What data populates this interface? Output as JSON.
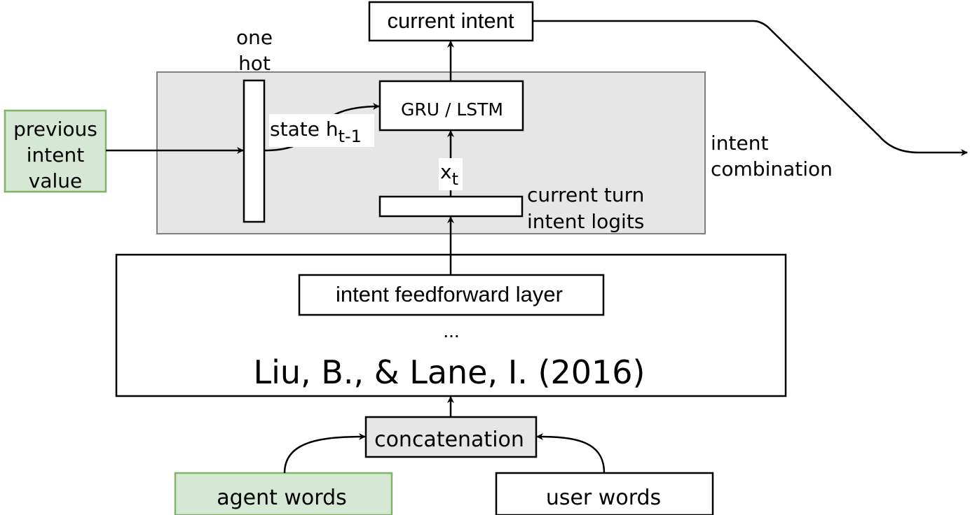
{
  "nodes": {
    "current_intent": "current intent",
    "one_hot_line1": "one",
    "one_hot_line2": "hot",
    "gru_lstm": "GRU / LSTM",
    "previous_intent_line1": "previous",
    "previous_intent_line2": "intent",
    "previous_intent_line3": "value",
    "state_label": "state h",
    "state_subscript": "t-1",
    "x_label": "x",
    "x_subscript": "t",
    "current_turn_line1": "current turn",
    "current_turn_line2": "intent logits",
    "intent_combination_line1": "intent",
    "intent_combination_line2": "combination",
    "feedforward": "intent feedforward layer",
    "ellipsis": "...",
    "citation": "Liu, B., & Lane, I. (2016)",
    "concatenation": "concatenation",
    "agent_words": "agent words",
    "user_words": "user words"
  },
  "colors": {
    "stroke": "#000000",
    "gray_fill": "#e6e6e6",
    "gray_stroke": "#808080",
    "green_fill": "#d5e8d4",
    "green_stroke": "#82b366"
  }
}
